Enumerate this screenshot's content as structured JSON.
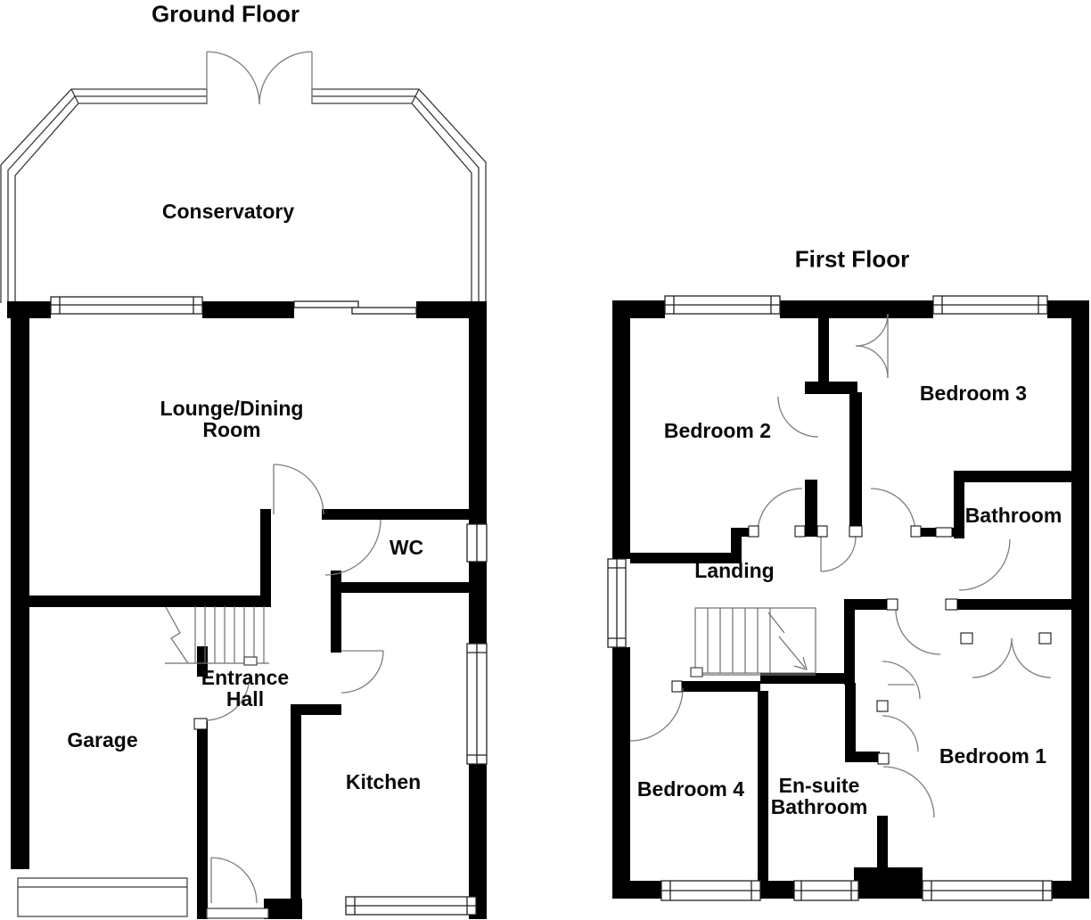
{
  "meta": {
    "background_color": "#ffffff",
    "wall_color": "#000000",
    "detail_line_color": "#3a3a3a",
    "door_arc_color": "#7d7d7d"
  },
  "ground_floor": {
    "title": "Ground Floor",
    "rooms": {
      "conservatory": "Conservatory",
      "lounge_dining": "Lounge/Dining Room",
      "wc": "WC",
      "entrance_hall": "Entrance Hall",
      "garage": "Garage",
      "kitchen": "Kitchen"
    }
  },
  "first_floor": {
    "title": "First Floor",
    "rooms": {
      "bedroom2": "Bedroom 2",
      "bedroom3": "Bedroom 3",
      "bathroom": "Bathroom",
      "landing": "Landing",
      "bedroom4": "Bedroom 4",
      "ensuite": "En-suite Bathroom",
      "bedroom1": "Bedroom 1"
    }
  }
}
